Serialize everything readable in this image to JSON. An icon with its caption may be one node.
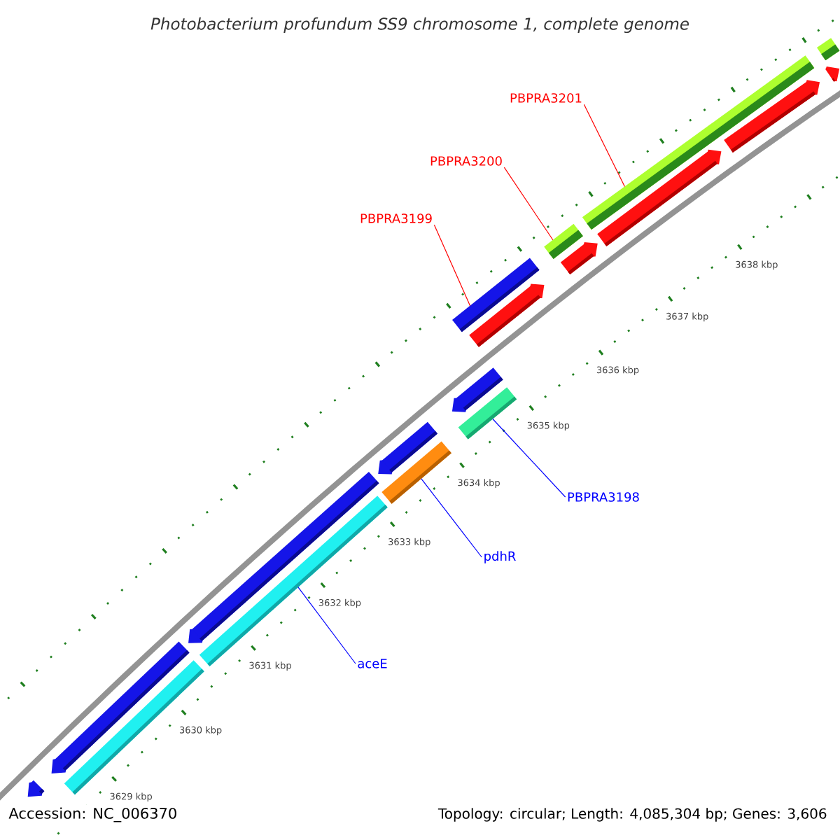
{
  "diagram": {
    "title": "Photobacterium profundum SS9 chromosome 1, complete genome",
    "nodes": [
      {
        "text": [
          "PBPRA3201"
        ]
      },
      {
        "text": [
          "PBPRA3200"
        ]
      },
      {
        "text": [
          "PBPRA3199"
        ]
      },
      {
        "text": [],
        "shape": "arrow"
      },
      {
        "text": [],
        "shape": "arrow"
      },
      {
        "text": [],
        "shape": "arrow"
      },
      {
        "text": [],
        "shape": "bar"
      },
      {
        "text": [
          "PBPRA3198"
        ]
      },
      {
        "text": [],
        "shape": "bar"
      },
      {
        "text": [
          "pdhR"
        ]
      },
      {
        "text": [],
        "shape": "bar"
      },
      {
        "text": [
          "aceE"
        ]
      },
      {
        "text": [],
        "shape": "bar"
      },
      {
        "text": [],
        "shape": "arrow"
      },
      {
        "text": [],
        "shape": "arrow"
      },
      {
        "text": [],
        "shape": "arrow"
      },
      {
        "text": [],
        "shape": "arrow"
      },
      {
        "text": [],
        "shape": "arrow"
      },
      {
        "text": [],
        "shape": "arrow"
      },
      {
        "text": [],
        "shape": "arrow"
      },
      {
        "text": [],
        "shape": "bar"
      },
      {
        "text": [],
        "shape": "bar"
      },
      {
        "text": [],
        "shape": "bar"
      },
      {
        "text": [],
        "shape": "bar"
      }
    ],
    "edges": [
      {
        "from": 0,
        "to": 22,
        "arrow": "none",
        "color": "#ff0000"
      },
      {
        "from": 1,
        "to": 21,
        "arrow": "none",
        "color": "#ff0000"
      },
      {
        "from": 2,
        "to": 12,
        "arrow": "none",
        "color": "#ff0000"
      },
      {
        "from": 7,
        "to": 6,
        "arrow": "none",
        "color": "#0000ff"
      },
      {
        "from": 9,
        "to": 8,
        "arrow": "none",
        "color": "#0000ff"
      },
      {
        "from": 11,
        "to": 10,
        "arrow": "none",
        "color": "#0000ff"
      }
    ],
    "labels": [
      "3629 kbp",
      "3630 kbp",
      "3631 kbp",
      "3632 kbp",
      "3633 kbp",
      "3634 kbp",
      "3635 kbp",
      "3636 kbp",
      "3637 kbp",
      "3638 kbp",
      "Accession: NC_006370",
      "Topology: circular; Length: 4,085,304 bp; Genes: 3,606"
    ]
  }
}
